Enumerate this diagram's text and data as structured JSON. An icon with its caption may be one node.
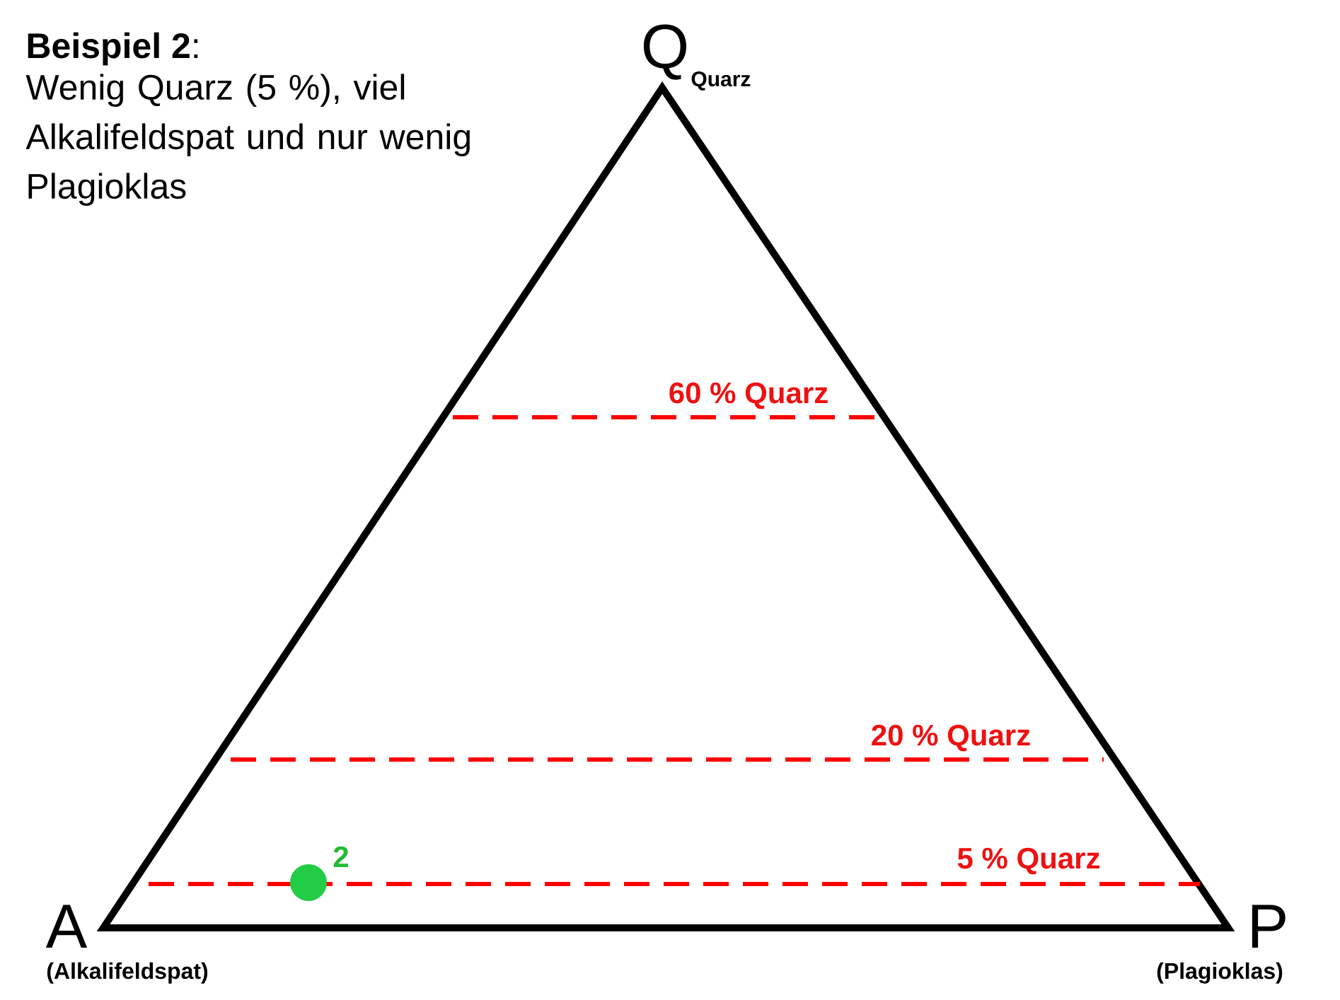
{
  "diagram": {
    "title": "**Beispiel 2**:",
    "labels": [
      "Wenig Quarz (5 %), viel Alkalifeldspat und nur wenig Plagioklas",
      "Q",
      "Quarz",
      "60 % Quarz",
      "20 % Quarz",
      "5 % Quarz",
      "2",
      "A",
      "(Alkalifeldspat)",
      "P",
      "(Plagioklas)"
    ]
  }
}
